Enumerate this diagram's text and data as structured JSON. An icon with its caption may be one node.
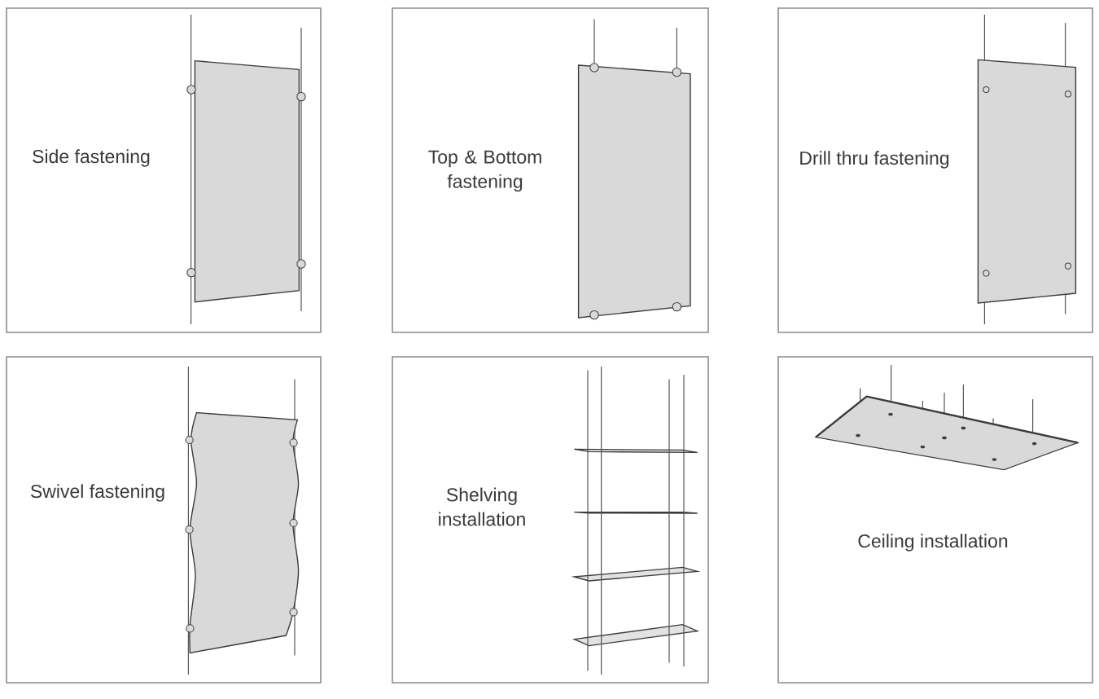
{
  "diagram": {
    "nodes": [
      {
        "text": [
          "Side fastening"
        ]
      },
      {
        "text": [
          "Top & Bottom fastening"
        ]
      },
      {
        "text": [
          "Drill thru fastening"
        ]
      },
      {
        "text": [
          "Swivel fastening"
        ]
      },
      {
        "text": [
          "Shelving installation"
        ]
      },
      {
        "text": [
          "Ceiling installation"
        ]
      }
    ]
  }
}
